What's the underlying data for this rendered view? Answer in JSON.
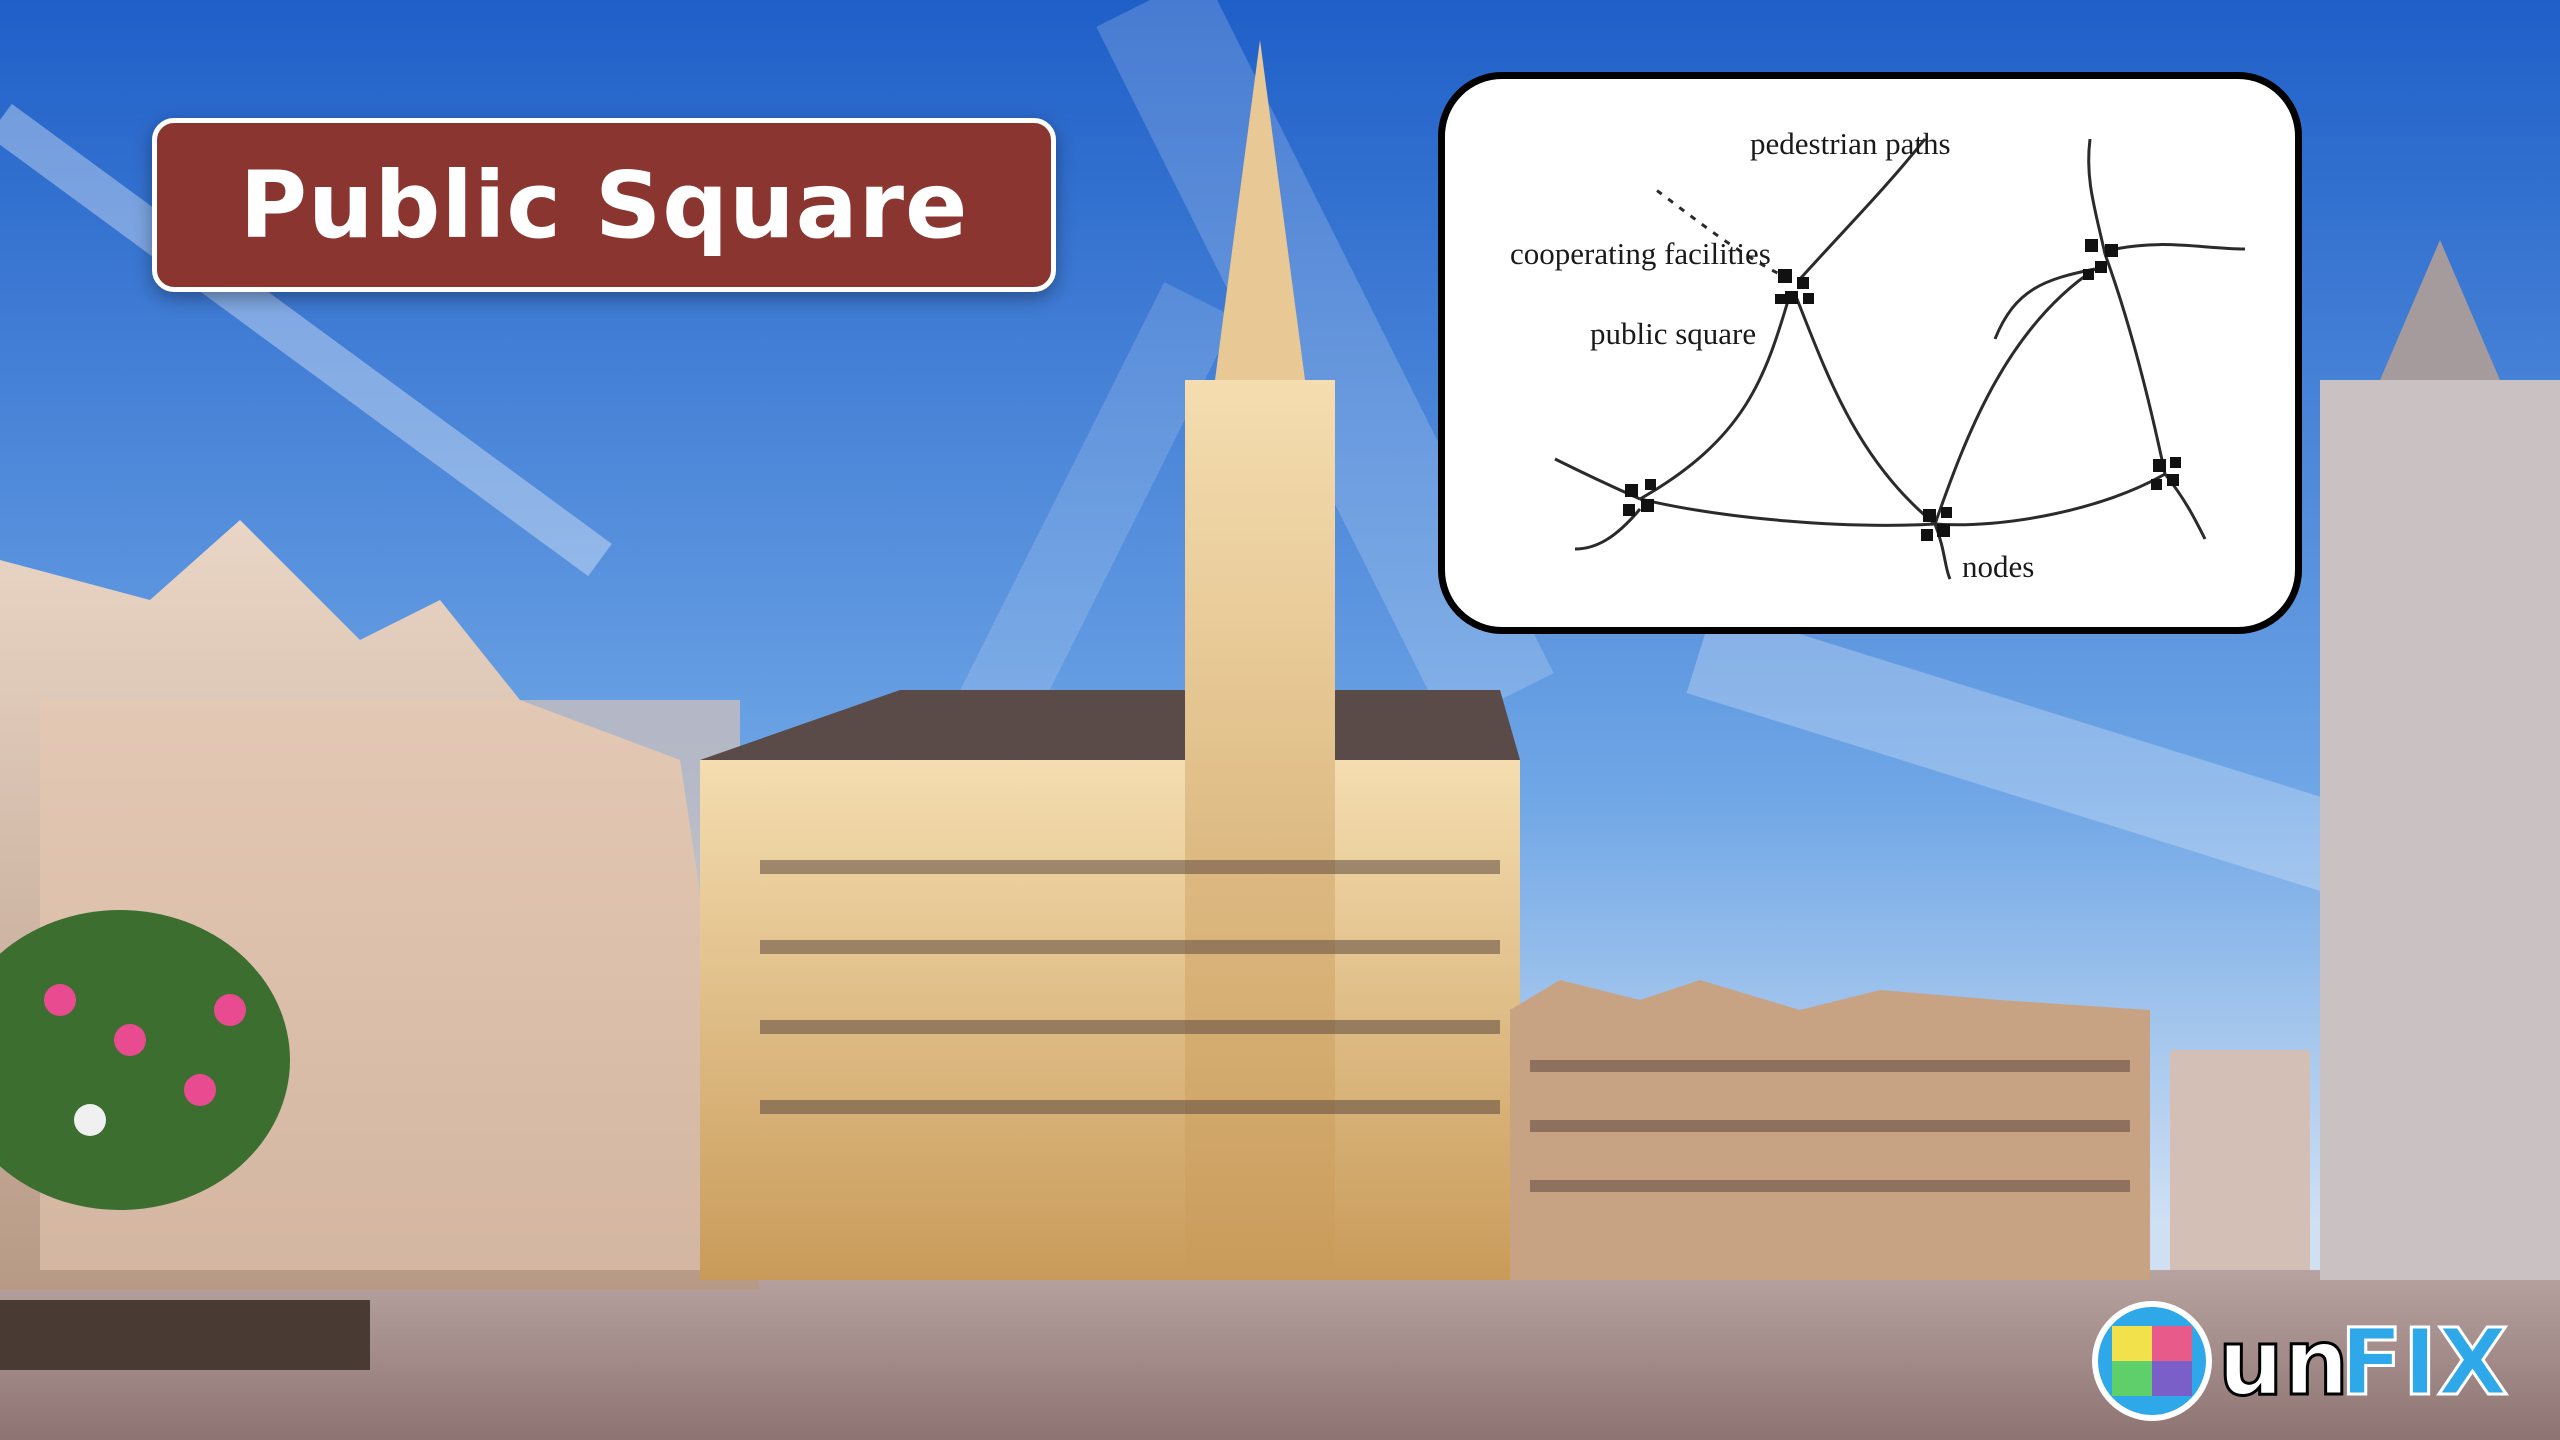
{
  "title": "Public Square",
  "diagram": {
    "label_pedestrian_paths": "pedestrian paths",
    "label_cooperating_facilities": "cooperating facilities",
    "label_public_square": "public square",
    "label_nodes": "nodes"
  },
  "logo": {
    "text_un": "un",
    "text_fix": "FIX"
  },
  "colors": {
    "title_badge": "#8b3530",
    "sky": "#2f6fd1",
    "logo_un": "#ffffff",
    "logo_fix": "#2fa8ea"
  }
}
